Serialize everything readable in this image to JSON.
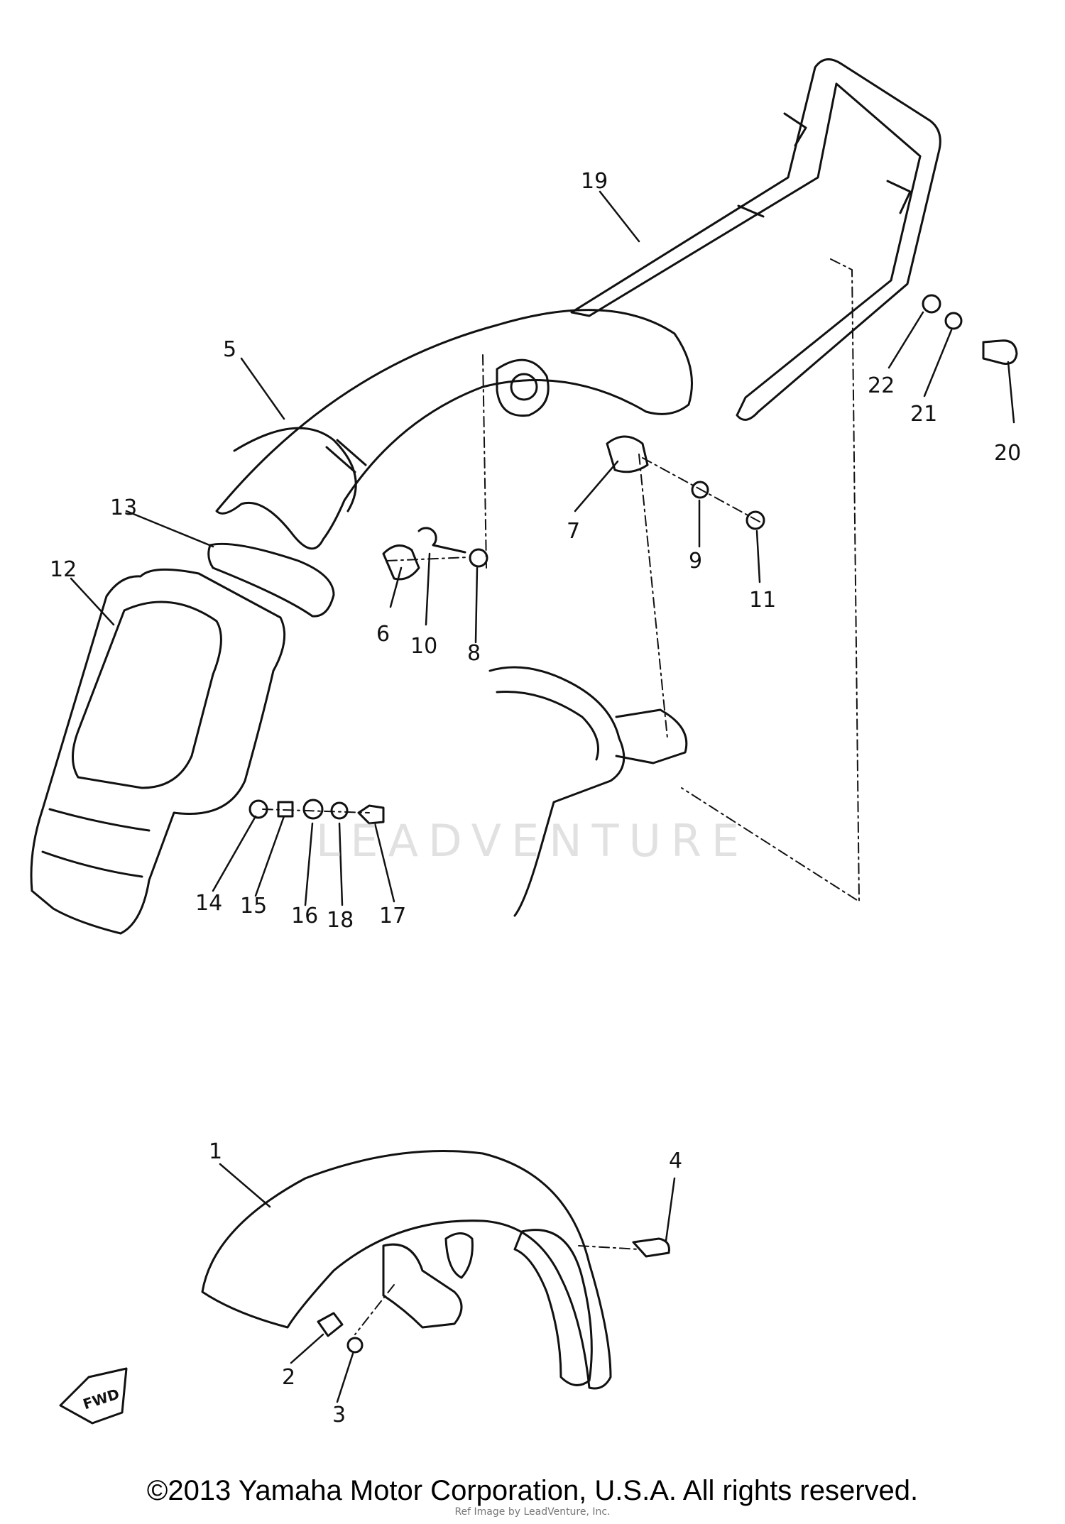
{
  "diagram": {
    "callouts": [
      "1",
      "2",
      "3",
      "4",
      "5",
      "6",
      "7",
      "8",
      "9",
      "10",
      "11",
      "12",
      "13",
      "14",
      "15",
      "16",
      "17",
      "18",
      "19",
      "20",
      "21",
      "22"
    ],
    "direction_label": "FWD",
    "watermark_text": "LEADVENTURE"
  },
  "footer": {
    "copyright": "©2013 Yamaha Motor Corporation, U.S.A. All rights reserved.",
    "overlay": "Ref Image by LeadVenture, Inc."
  },
  "colors": {
    "ink": "#111111",
    "background": "#ffffff",
    "watermark": "#c9c9c9"
  }
}
